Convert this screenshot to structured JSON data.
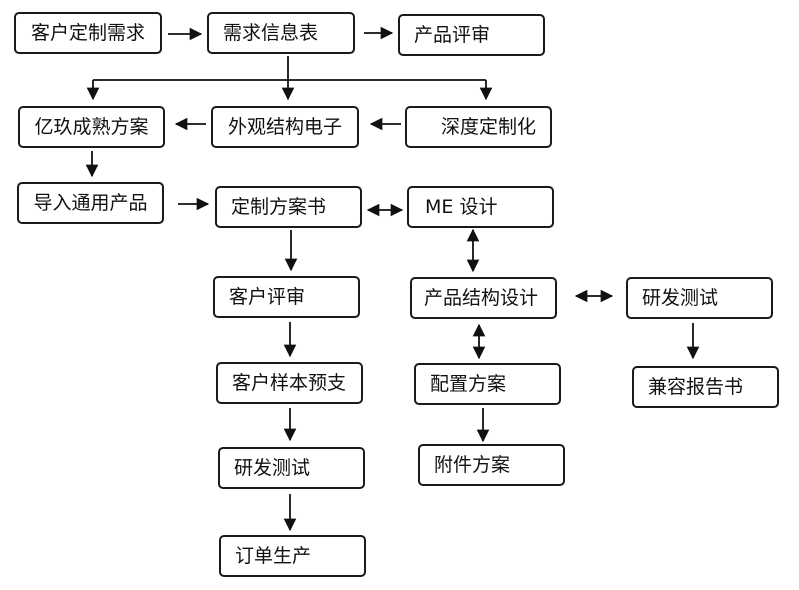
{
  "nodes": {
    "customer_requirements": "客户定制需求",
    "requirement_info_sheet": "需求信息表",
    "product_review": "产品评审",
    "yijiu_mature_solution": "亿玖成熟方案",
    "appearance_structure_electronics": "外观结构电子",
    "deep_customization": "深度定制化",
    "import_generic_product": "导入通用产品",
    "customization_plan_doc": "定制方案书",
    "me_design": "ME 设计",
    "customer_review": "客户评审",
    "product_structure_design": "产品结构设计",
    "rd_testing_right": "研发测试",
    "customer_sample_advance": "客户样本预支",
    "configuration_plan": "配置方案",
    "compatibility_report": "兼容报告书",
    "rd_testing": "研发测试",
    "accessory_plan": "附件方案",
    "order_production": "订单生产"
  }
}
